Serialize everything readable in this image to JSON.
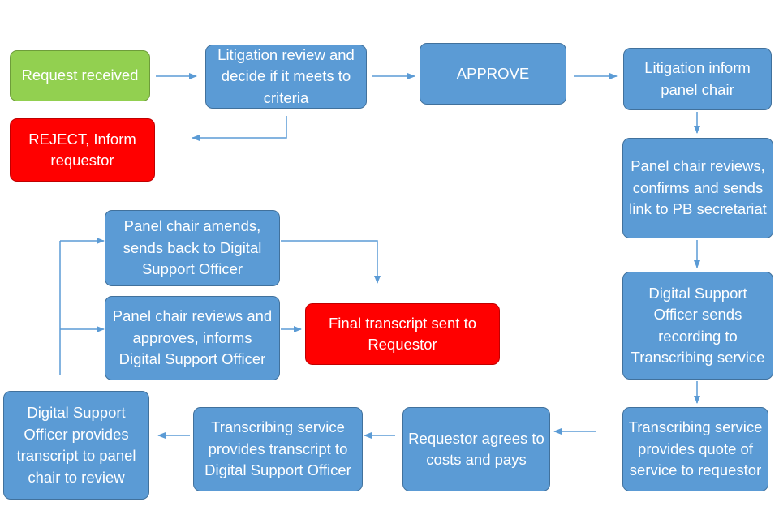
{
  "diagram": {
    "type": "flowchart",
    "colors": {
      "process": "#5b9bd5",
      "start": "#92d050",
      "reject": "#ff0000",
      "connector": "#5b9bd5"
    },
    "nodes": {
      "request_received": "Request received",
      "litigation_review": "Litigation review and decide if it meets to criteria",
      "approve": "APPROVE",
      "reject": "REJECT, Inform requestor",
      "litigation_inform": "Litigation inform panel chair",
      "panel_chair_reviews_confirms": "Panel chair reviews, confirms and sends link to PB secretariat",
      "dso_sends_recording": "Digital Support Officer sends recording to Transcribing service",
      "transcribing_quote": "Transcribing service provides quote of service to requestor",
      "requestor_pays": "Requestor agrees to costs and pays",
      "transcribing_provides": "Transcribing service provides transcript to Digital Support Officer",
      "dso_provides_transcript": "Digital Support Officer provides transcript to panel chair to review",
      "panel_chair_amends": "Panel chair amends, sends back to Digital Support Officer",
      "panel_chair_approves": "Panel chair reviews and approves, informs Digital Support Officer",
      "final_transcript": "Final transcript sent to Requestor"
    }
  }
}
